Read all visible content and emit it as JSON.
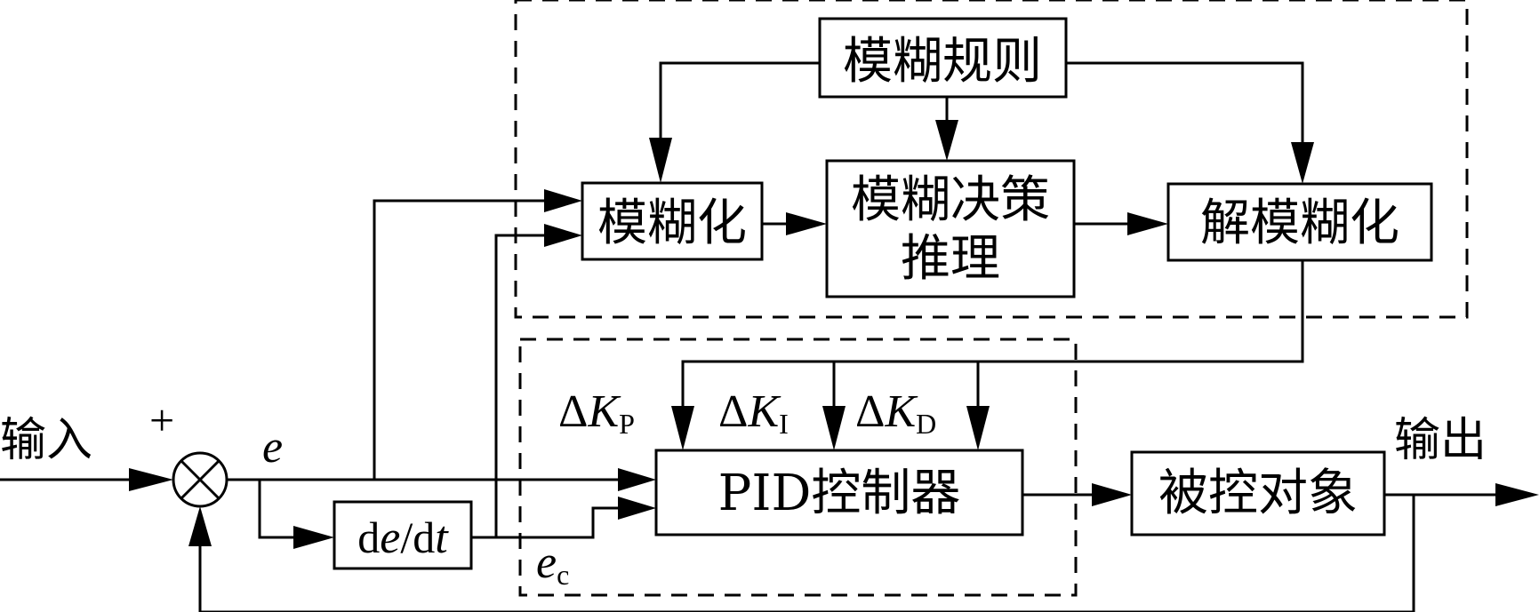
{
  "blocks": {
    "fuzzy_rules": "模糊规则",
    "fuzzify": "模糊化",
    "decision_line1": "模糊决策",
    "decision_line2": "推理",
    "defuzzify": "解模糊化",
    "pid": "PID控制器",
    "plant": "被控对象",
    "derivative_d1": "d",
    "derivative_e": "e",
    "derivative_slash": "/d",
    "derivative_t": "t"
  },
  "signals": {
    "input": "输入",
    "output": "输出",
    "plus": "+",
    "error": "e",
    "error_change": "e",
    "error_change_sub": "c",
    "delta_symbol": "Δ",
    "k": "K",
    "kp_sub": "P",
    "ki_sub": "I",
    "kd_sub": "D"
  },
  "icons": {
    "summing_junction": "circle-cross-icon"
  }
}
